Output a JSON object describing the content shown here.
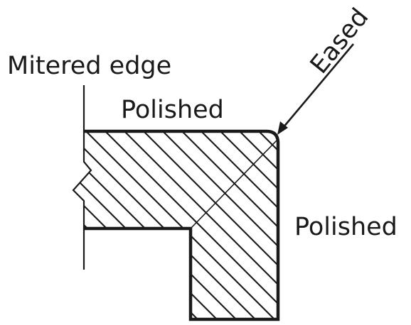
{
  "labels": {
    "mitered_edge": "Mitered edge",
    "polished_top": "Polished",
    "polished_side": "Polished",
    "eased": "Eased"
  },
  "colors": {
    "ink": "#1a1a1a",
    "background": "#ffffff"
  }
}
